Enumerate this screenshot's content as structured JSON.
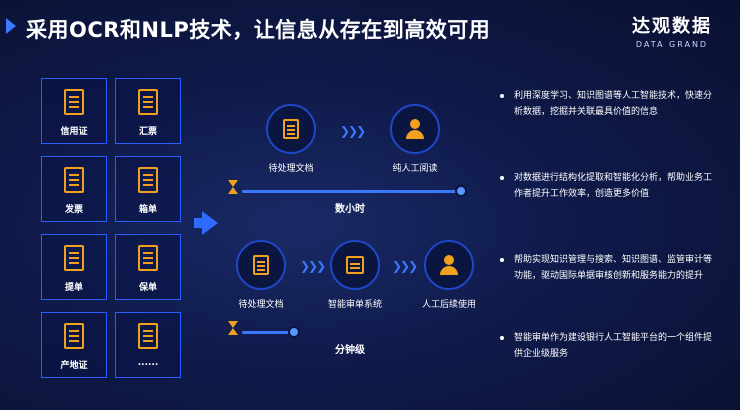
{
  "header": {
    "title": "采用OCR和NLP技术，让信息从存在到高效可用",
    "logo_cn": "达观数据",
    "logo_en": "DATA GRAND"
  },
  "documents": [
    {
      "label": "信用证"
    },
    {
      "label": "汇票"
    },
    {
      "label": "发票"
    },
    {
      "label": "箱单"
    },
    {
      "label": "提单"
    },
    {
      "label": "保单"
    },
    {
      "label": "产地证"
    },
    {
      "label": "......"
    }
  ],
  "flow_manual": {
    "step1": "待处理文档",
    "step2": "纯人工阅读",
    "time": "数小时"
  },
  "flow_smart": {
    "step1": "待处理文档",
    "step2": "智能审单系统",
    "step3": "人工后续使用",
    "time": "分钟级"
  },
  "bullets": [
    "利用深度学习、知识图谱等人工智能技术，快速分析数据，挖掘并关联最具价值的信息",
    "对数据进行结构化提取和智能化分析，帮助业务工作者提升工作效率，创造更多价值",
    "帮助实现知识管理与搜索、知识图谱、监管审计等功能，驱动国际单据审核创新和服务能力的提升",
    "智能审单作为建设银行人工智能平台的一个组件提供企业级服务"
  ],
  "colors": {
    "accent": "#2f6bff",
    "icon": "#f2a11f",
    "background": "#0b1233"
  }
}
